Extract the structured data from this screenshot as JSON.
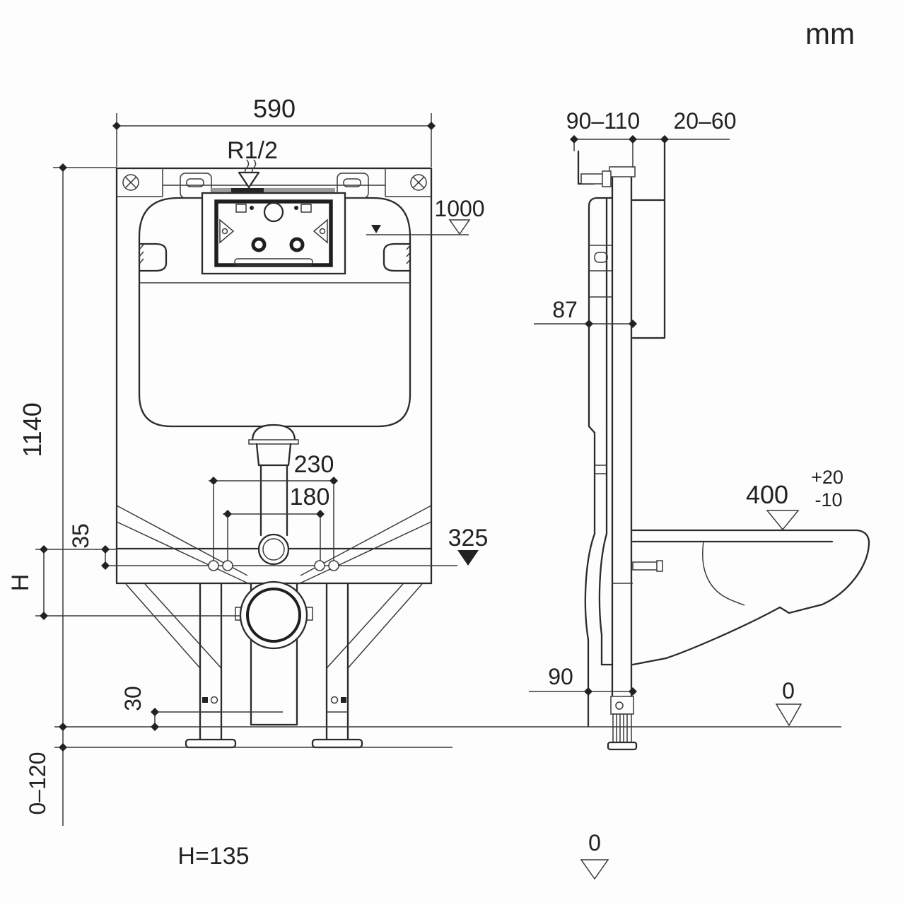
{
  "unit_label": "mm",
  "front_view": {
    "dim_width": "590",
    "dim_height": "1140",
    "inlet_label": "R1/2",
    "water_level_label": "1000",
    "dim_outer_holes": "230",
    "dim_inner_holes": "180",
    "dim_rail_holes": "35",
    "level_325": "325",
    "dim_leg": "30",
    "dim_foot_range": "0–120",
    "dim_h_label": "H",
    "note_h": "H=135"
  },
  "side_view": {
    "dim_wall_bracket": "90–110",
    "dim_finish": "20–60",
    "dim_cistern_face": "87",
    "dim_bowl_height": "400",
    "tol_plus": "+20",
    "tol_minus": "-10",
    "dim_outlet": "90",
    "level_floor_zero": "0",
    "level_outlet_zero": "0"
  }
}
